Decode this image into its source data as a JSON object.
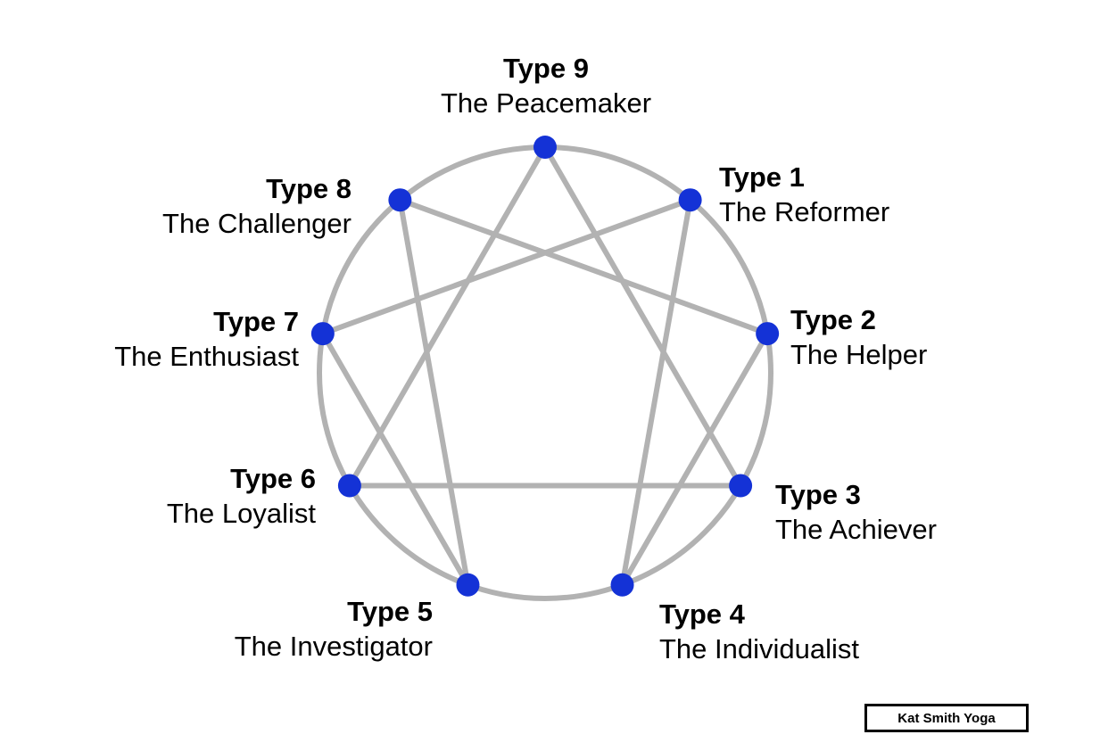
{
  "diagram": {
    "colors": {
      "circle": "#b2b2b2",
      "lines": "#b2b2b2",
      "node": "#1432d6",
      "text": "#000000"
    },
    "types": [
      {
        "number": 1,
        "type": "Type 1",
        "name": "The Reformer"
      },
      {
        "number": 2,
        "type": "Type 2",
        "name": "The Helper"
      },
      {
        "number": 3,
        "type": "Type 3",
        "name": "The Achiever"
      },
      {
        "number": 4,
        "type": "Type 4",
        "name": "The Individualist"
      },
      {
        "number": 5,
        "type": "Type 5",
        "name": "The Investigator"
      },
      {
        "number": 6,
        "type": "Type 6",
        "name": "The Loyalist"
      },
      {
        "number": 7,
        "type": "Type 7",
        "name": "The Enthusiast"
      },
      {
        "number": 8,
        "type": "Type 8",
        "name": "The Challenger"
      },
      {
        "number": 9,
        "type": "Type 9",
        "name": "The Peacemaker"
      }
    ],
    "connections": [
      [
        9,
        3
      ],
      [
        3,
        6
      ],
      [
        6,
        9
      ],
      [
        1,
        4
      ],
      [
        4,
        2
      ],
      [
        2,
        8
      ],
      [
        8,
        5
      ],
      [
        5,
        7
      ],
      [
        7,
        1
      ]
    ]
  },
  "watermark": "Kat Smith Yoga"
}
